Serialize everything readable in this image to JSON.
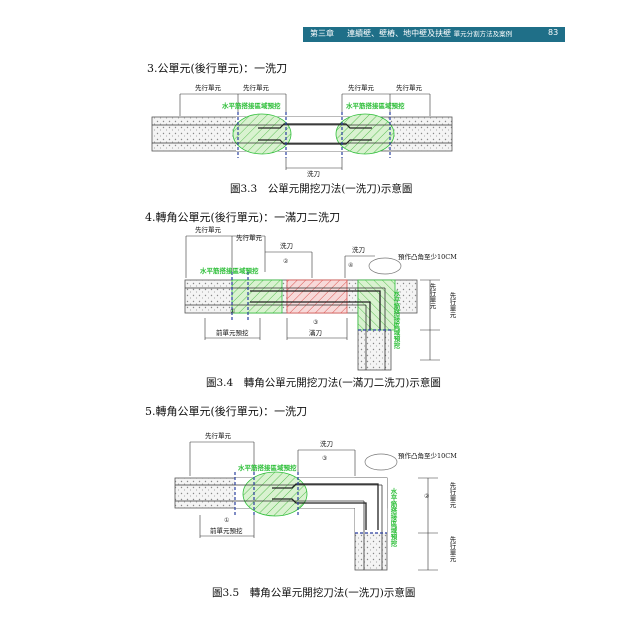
{
  "header": {
    "chapter": "第三章",
    "title": "連續壁、壁樁、地中壁及扶壁",
    "subtitle": "單元分割方法及案例",
    "page_number": "83"
  },
  "sections": [
    {
      "heading": "3.公單元(後行單元)：一洗刀",
      "caption": "圖3.3　公單元開挖刀法(一洗刀)示意圖"
    },
    {
      "heading": "4.轉角公單元(後行單元)：一滿刀二洗刀",
      "caption": "圖3.4　轉角公單元開挖刀法(一滿刀二洗刀)示意圖"
    },
    {
      "heading": "5.轉角公單元(後行單元)：一洗刀",
      "caption": "圖3.5　轉角公單元開挖刀法(一洗刀)示意圖"
    }
  ],
  "labels": {
    "lead_unit": "先行單元",
    "wash_cut": "洗刀",
    "full_cut": "滿刀",
    "rebar_zone": "水平筋搭接區域預挖",
    "prev_unit_pre_dig": "前單元預挖",
    "corner_protrusion": "預作凸角至少10CM",
    "circle_1": "①",
    "circle_2": "②",
    "circle_3": "③",
    "circle_4": "④"
  },
  "colors": {
    "header": "#1f6f88",
    "green": "#2fbf3a",
    "red": "#d9534f",
    "blue": "#2a3f9e"
  }
}
